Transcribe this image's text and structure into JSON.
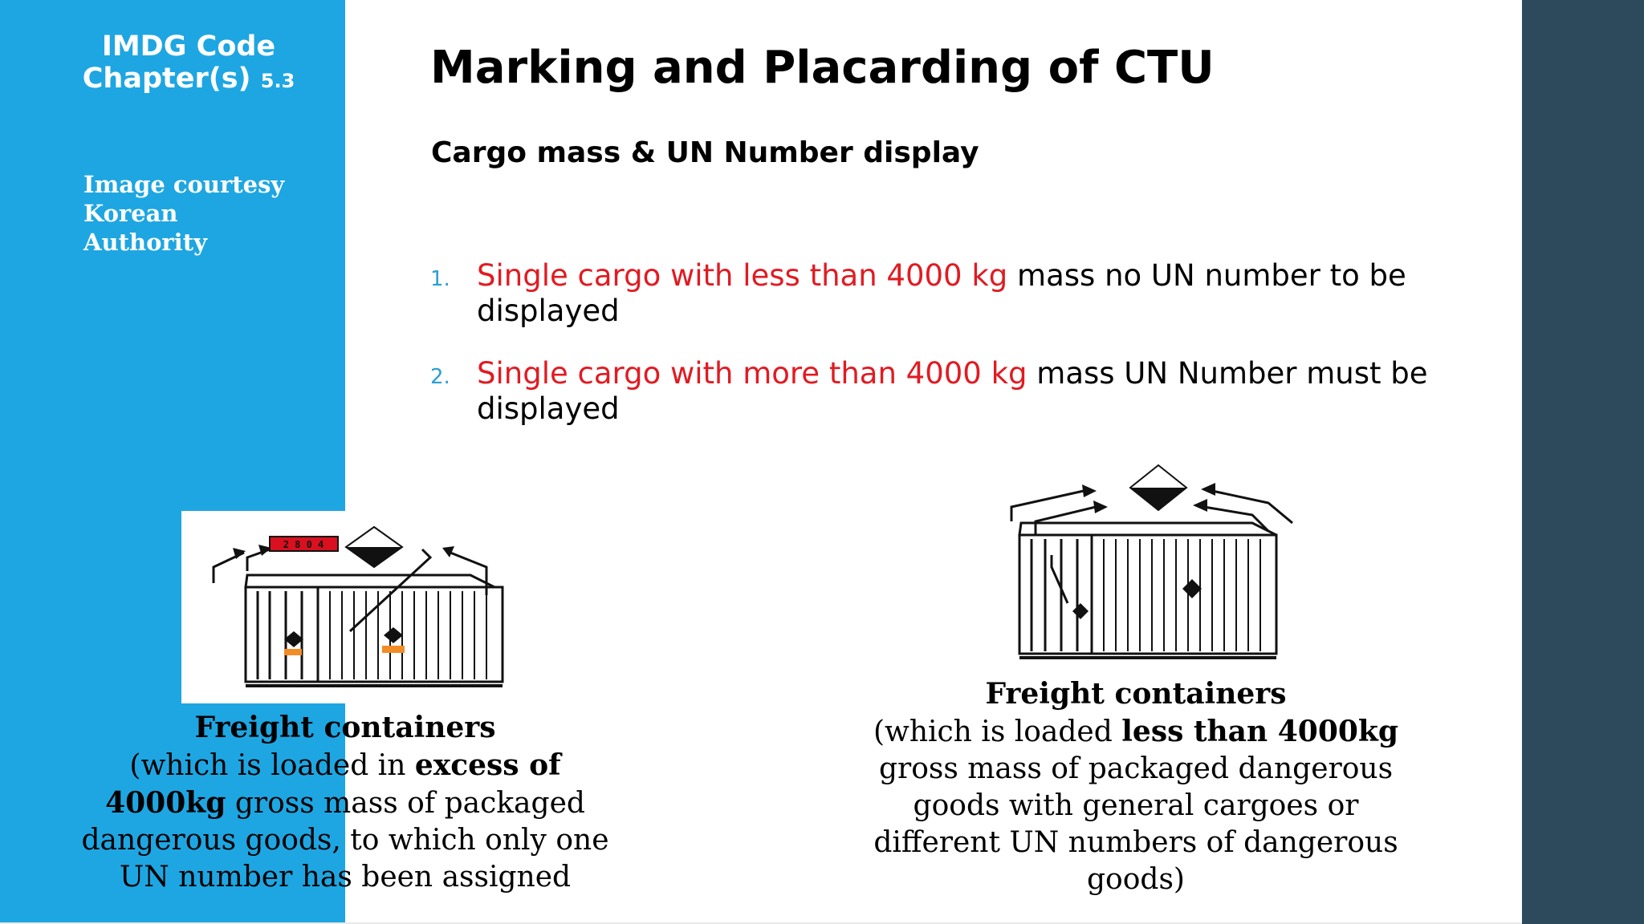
{
  "sidebar": {
    "title_line1": "IMDG Code",
    "title_line2": "Chapter(s)",
    "chapter_number": "5.3",
    "courtesy": [
      "Image courtesy",
      "Korean",
      "Authority"
    ],
    "color": "#1ea6e2"
  },
  "header": {
    "title": "Marking and Placarding of CTU",
    "subtitle": "Cargo mass & UN Number display"
  },
  "list": [
    {
      "num": "1.",
      "highlight": "Single cargo with less than 4000 kg",
      "rest": " mass no UN number to be displayed"
    },
    {
      "num": "2.",
      "highlight": "Single cargo with more than 4000 kg",
      "rest": " mass UN Number must be displayed"
    }
  ],
  "illustrations": {
    "left_plate_text": "2 8 0 4",
    "left_icon": "container-with-un-number-icon",
    "right_icon": "container-with-placards-icon"
  },
  "captions": {
    "left": {
      "heading": "Freight containers",
      "p1": "(which is loaded in ",
      "bold": "excess of 4000kg",
      "p2": " gross mass of packaged dangerous goods, to which only one UN number has been assigned"
    },
    "right": {
      "heading": "Freight containers",
      "p1": "(which is loaded ",
      "bold": "less than 4000kg",
      "p2": " gross mass of packaged dangerous goods with general cargoes or different UN numbers of dangerous goods)"
    }
  },
  "colors": {
    "accent_blue": "#1ea6e2",
    "dark_panel": "#2d4a5d",
    "highlight_red": "#e11b22",
    "number_blue": "#2a9ed6"
  }
}
